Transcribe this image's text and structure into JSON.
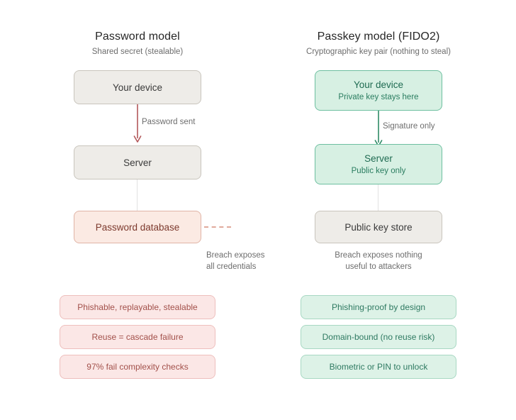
{
  "diagram": {
    "type": "comparison-flow",
    "columns": [
      {
        "id": "password",
        "title": "Password model",
        "subtitle": "Shared secret (stealable)",
        "accent_color": "#a2504a",
        "nodes": [
          {
            "title": "Your device",
            "subtitle": "",
            "style": "neutral"
          },
          {
            "title": "Server",
            "subtitle": "",
            "style": "neutral"
          },
          {
            "title": "Password database",
            "subtitle": "",
            "style": "pink"
          }
        ],
        "edge_label": "Password sent",
        "edge_color": "#b3585a",
        "breach_note": [
          "Breach exposes",
          "all credentials"
        ],
        "pills": [
          "Phishable, replayable, stealable",
          "Reuse = cascade failure",
          "97% fail complexity checks"
        ]
      },
      {
        "id": "passkey",
        "title": "Passkey model (FIDO2)",
        "subtitle": "Cryptographic key pair (nothing to steal)",
        "accent_color": "#2f7a62",
        "nodes": [
          {
            "title": "Your device",
            "subtitle": "Private key stays here",
            "style": "green"
          },
          {
            "title": "Server",
            "subtitle": "Public key only",
            "style": "green"
          },
          {
            "title": "Public key store",
            "subtitle": "",
            "style": "neutral"
          }
        ],
        "edge_label": "Signature only",
        "edge_color": "#2e8a66",
        "breach_note": [
          "Breach exposes nothing",
          "useful to attackers"
        ],
        "pills": [
          "Phishing-proof by design",
          "Domain-bound (no reuse risk)",
          "Biometric or PIN to unlock"
        ]
      }
    ],
    "palette": {
      "background": "#ffffff",
      "neutral_fill": "#eeece8",
      "neutral_border": "#c9c5bd",
      "green_fill": "#d7f0e3",
      "green_border": "#6ebfa0",
      "pink_fill": "#fbeae3",
      "pink_border": "#e0b4a6",
      "pill_pink_fill": "#fbe7e6",
      "pill_green_fill": "#ddf2e7",
      "faint_line": "#e2e2e2",
      "dashed_breach": "#e0a99b",
      "muted_text": "#6d6d6d"
    }
  }
}
